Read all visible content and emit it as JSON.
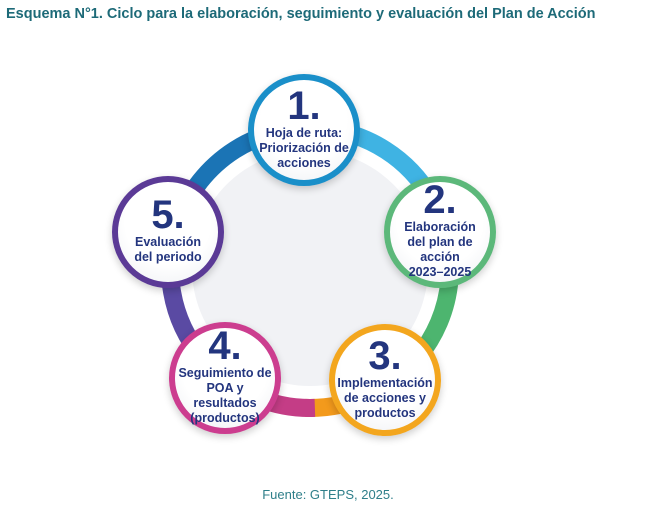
{
  "title": "Esquema N°1. Ciclo para la elaboración, seguimiento y evaluación del Plan de Acción",
  "steps": [
    {
      "number": "1.",
      "label": "Hoja de ruta:\nPriorización de\nacciones",
      "color": "#1a8fc9"
    },
    {
      "number": "2.",
      "label": "Elaboración\ndel plan de\nacción\n2023–2025",
      "color": "#5cb87a"
    },
    {
      "number": "3.",
      "label": "Implementación\nde acciones y\nproductos",
      "color": "#f3a61e"
    },
    {
      "number": "4.",
      "label": "Seguimiento de\nPOA y resultados\n(productos)",
      "color": "#cc3d8f"
    },
    {
      "number": "5.",
      "label": "Evaluación\ndel periodo",
      "color": "#5b3a96"
    }
  ],
  "ring_colors": [
    "#3fb3e3",
    "#4db56f",
    "#f39a1c",
    "#c43d86",
    "#5a4aa3",
    "#1b74b5"
  ],
  "footer": "Fuente: GTEPS, 2025."
}
